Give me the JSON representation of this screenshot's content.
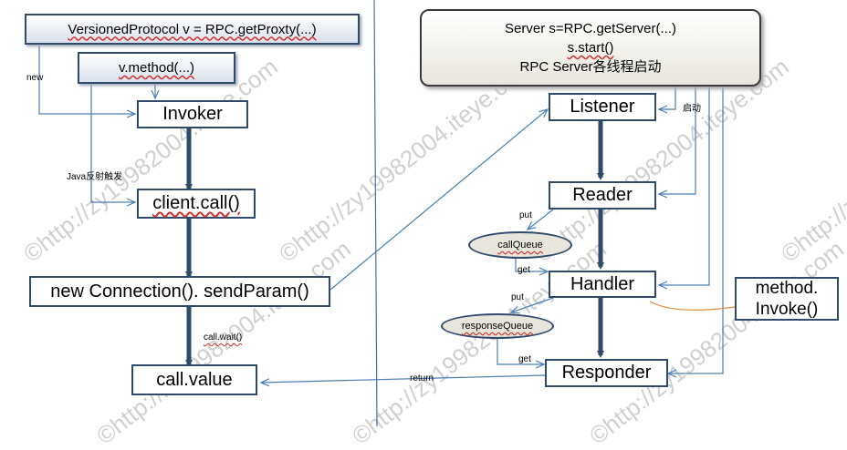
{
  "left": {
    "proxy_box": "VersionedProtocol v = RPC.getProxty(...)",
    "method_box": "v.method(...)",
    "invoker": "Invoker",
    "client_call": "client.call()",
    "connection": "new Connection(). sendParam()",
    "call_value": "call.value",
    "label_new": "new",
    "label_reflection": "Java反射触发",
    "label_wait": "call.wait()"
  },
  "right": {
    "server_lines": [
      "Server s=RPC.getServer(...)",
      "s.start()",
      "RPC Server各线程启动"
    ],
    "listener": "Listener",
    "reader": "Reader",
    "handler": "Handler",
    "responder": "Responder",
    "call_queue": "callQueue",
    "response_queue": "responseQueue",
    "method_invoke": [
      "method.",
      "Invoke()"
    ],
    "label_start": "启动",
    "label_put1": "put",
    "label_get1": "get",
    "label_put2": "put",
    "label_get2": "get",
    "label_return": "return"
  },
  "watermark": "©http://zy19982004.iteye.com",
  "colors": {
    "box_border": "#2f4a6b",
    "thick_arrow": "#2f4a6b",
    "thin_arrow": "#4a7fb5",
    "invoke_line": "#e08a3c",
    "divider": "#4a6fa5"
  }
}
